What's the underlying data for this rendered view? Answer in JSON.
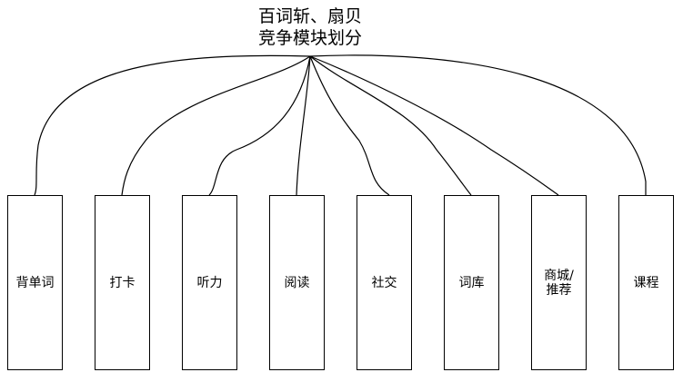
{
  "title": {
    "line1": "百词斩、扇贝",
    "line2": "竞争模块划分"
  },
  "modules": [
    {
      "id": "vocab",
      "lines": [
        "背单词"
      ]
    },
    {
      "id": "checkin",
      "lines": [
        "打卡"
      ]
    },
    {
      "id": "listening",
      "lines": [
        "听力"
      ]
    },
    {
      "id": "reading",
      "lines": [
        "阅读"
      ]
    },
    {
      "id": "social",
      "lines": [
        "社交"
      ]
    },
    {
      "id": "wordbank",
      "lines": [
        "词库"
      ]
    },
    {
      "id": "store",
      "lines": [
        "商城/",
        "推荐"
      ]
    },
    {
      "id": "courses",
      "lines": [
        "课程"
      ]
    }
  ],
  "colors": {
    "stroke": "#000000",
    "box_fill": "#ffffff",
    "background": "#ffffff"
  }
}
